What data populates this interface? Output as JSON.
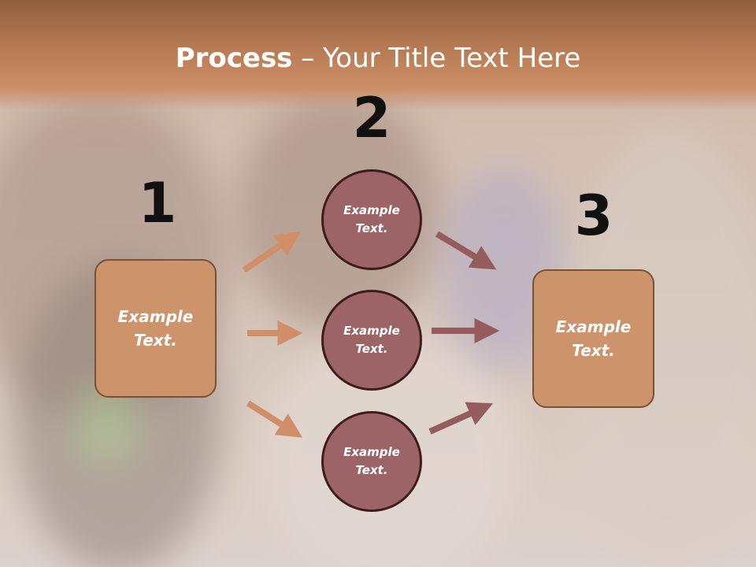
{
  "slide": {
    "title_bold": "Process",
    "title_rest": " – Your Title Text Here"
  },
  "steps": {
    "one": "1",
    "two": "2",
    "three": "3"
  },
  "boxes": {
    "left": "Example Text.",
    "right": "Example Text."
  },
  "circles": [
    "Example Text.",
    "Example Text.",
    "Example Text."
  ],
  "colors": {
    "title_band": "#b87c55",
    "box_fill": "#cd946c",
    "circle_fill": "#9c6466",
    "arrow_left": "#d18f69",
    "arrow_right": "#955b5d"
  }
}
